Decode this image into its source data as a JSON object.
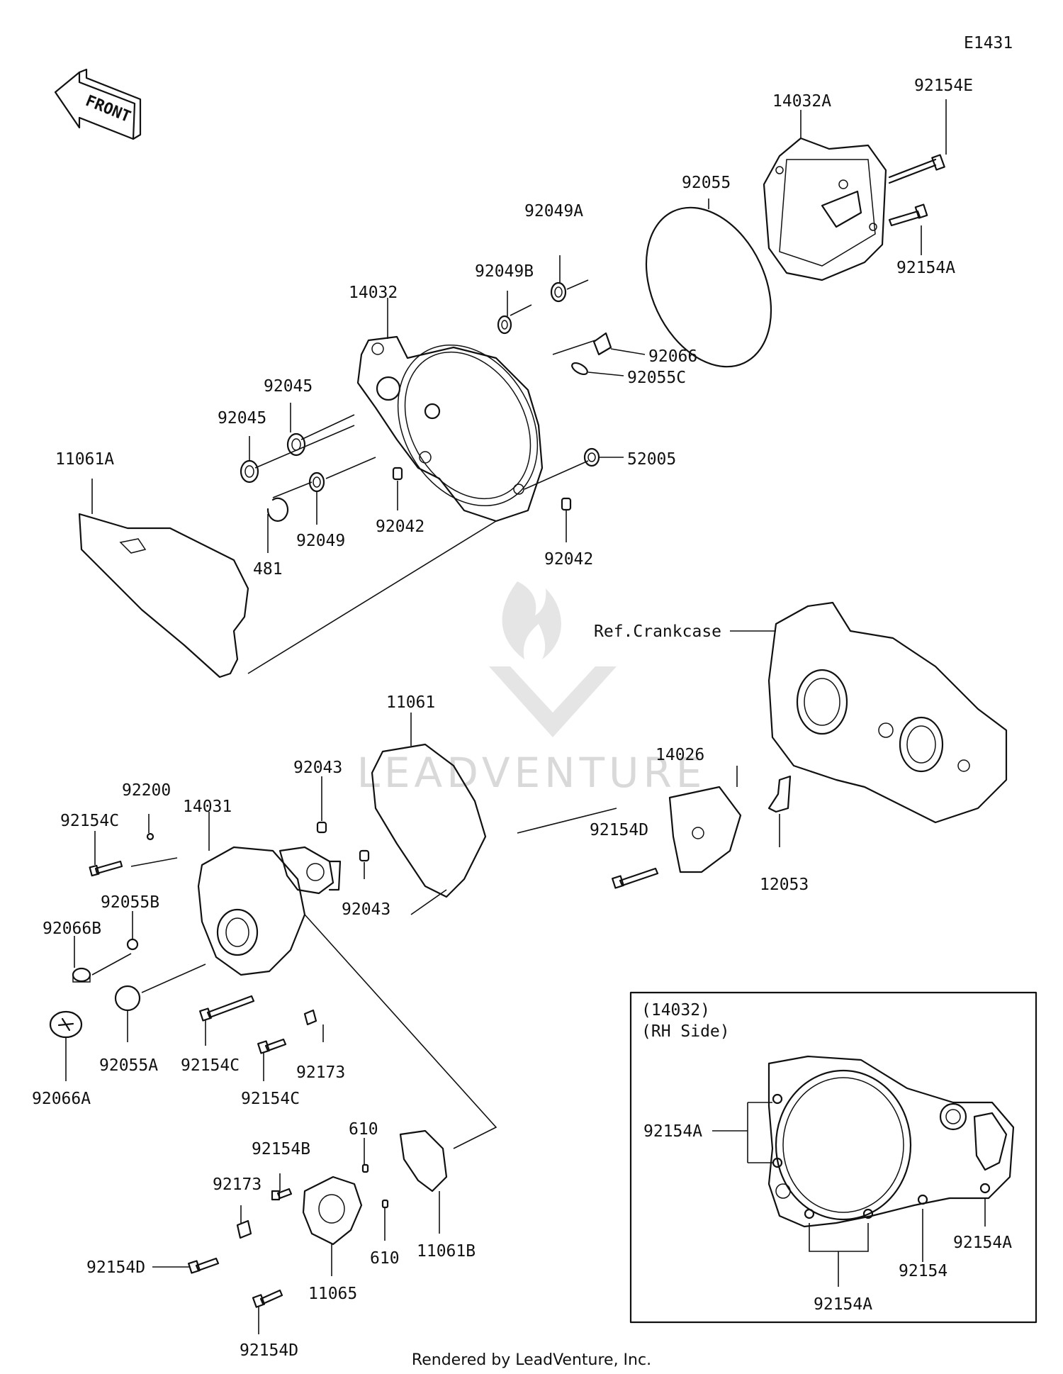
{
  "diagram_id": "E1431",
  "direction_label": "FRONT",
  "watermark": "LEADVENTURE",
  "footer": "Rendered by LeadVenture, Inc.",
  "reference_label": "Ref.Crankcase",
  "inset": {
    "title_line1": "(14032)",
    "title_line2": "(RH Side)"
  },
  "callouts": {
    "p14032A": "14032A",
    "p92154E": "92154E",
    "p92055": "92055",
    "p92049A": "92049A",
    "p92049B": "92049B",
    "p14032": "14032",
    "p92045a": "92045",
    "p92045b": "92045",
    "p92066": "92066",
    "p92055C": "92055C",
    "p92154A_top": "92154A",
    "p11061A": "11061A",
    "p52005": "52005",
    "p481": "481",
    "p92049": "92049",
    "p92042a": "92042",
    "p92042b": "92042",
    "p11061": "11061",
    "p14026": "14026",
    "p92043a": "92043",
    "p92043b": "92043",
    "p92200": "92200",
    "p14031": "14031",
    "p92154C_a": "92154C",
    "p92055B": "92055B",
    "p92066B": "92066B",
    "p92154D_a": "92154D",
    "p12053": "12053",
    "p92055A": "92055A",
    "p92154C_b": "92154C",
    "p92173a": "92173",
    "p92154C_c": "92154C",
    "p92066A": "92066A",
    "p610a": "610",
    "p92154B": "92154B",
    "p92173b": "92173",
    "p11061B": "11061B",
    "p92154D_b": "92154D",
    "p610b": "610",
    "p11065": "11065",
    "p92154D_c": "92154D",
    "i92154A_left": "92154A",
    "i92154": "92154",
    "i92154A_right": "92154A",
    "i92154A_bottom": "92154A"
  }
}
